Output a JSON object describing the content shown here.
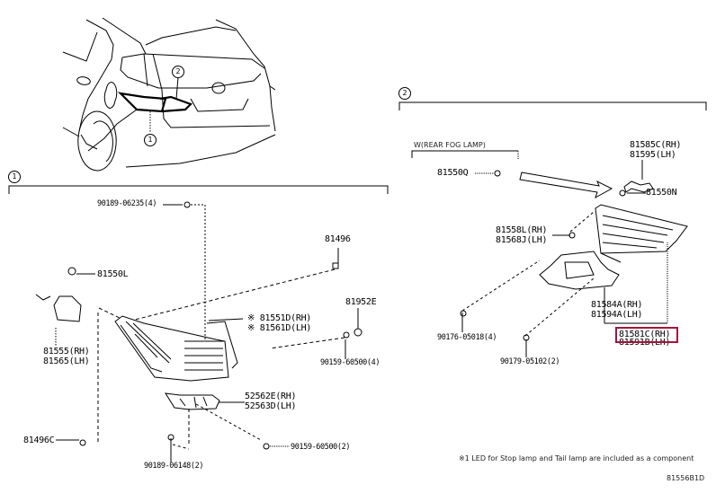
{
  "diagram": {
    "id_code": "81556B1D",
    "footnote": "※1 LED for Stop lamp and Tail lamp are included as a component",
    "sections": [
      {
        "callout": "1",
        "parts": [
          {
            "label": "90189-06235(4)"
          },
          {
            "label": "81496"
          },
          {
            "label": "81550L"
          },
          {
            "label": "81952E"
          },
          {
            "label": "※ 81551D(RH)",
            "label2": "※ 81561D(LH)"
          },
          {
            "label": "81555(RH)",
            "label2": "81565(LH)"
          },
          {
            "label": "90159-60500(4)"
          },
          {
            "label": "52562E(RH)",
            "label2": "52563D(LH)"
          },
          {
            "label": "81496C"
          },
          {
            "label": "90159-60500(2)"
          },
          {
            "label": "90189-06148(2)"
          }
        ]
      },
      {
        "callout": "2",
        "subgroup_title": "W(REAR FOG LAMP)",
        "parts": [
          {
            "label": "81550Q"
          },
          {
            "label": "81585C(RH)",
            "label2": "81595(LH)"
          },
          {
            "label": "81550N"
          },
          {
            "label": "81558L(RH)",
            "label2": "81568J(LH)"
          },
          {
            "label": "81584A(RH)",
            "label2": "81594A(LH)"
          },
          {
            "label": "90176-05018(4)"
          },
          {
            "label": "81581C(RH)",
            "label2": "81591B(LH)",
            "highlighted": true
          },
          {
            "label": "90179-05102(2)"
          }
        ]
      }
    ],
    "overview_callouts": [
      "1",
      "2"
    ],
    "highlight_color": "#a3143c"
  }
}
